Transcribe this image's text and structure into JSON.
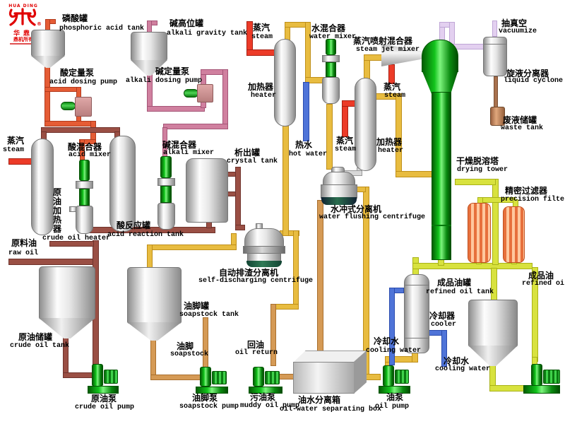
{
  "logo": {
    "arc": "HUA DING",
    "name": "华鼎",
    "sub": "鼎机所有",
    "registered": "®"
  },
  "labels": {
    "phosphoric_tank": {
      "zh": "磷酸罐",
      "en": "phosphoric acid tank"
    },
    "acid_dosing_pump": {
      "zh": "酸定量泵",
      "en": "acid dosing pump"
    },
    "alkali_gravity_tank": {
      "zh": "碱高位罐",
      "en": "alkali gravity tank"
    },
    "alkali_dosing_pump": {
      "zh": "碱定量泵",
      "en": "alkali dosing pump"
    },
    "steam_left": {
      "zh": "蒸汽",
      "en": "steam"
    },
    "crude_oil_heater": {
      "zh": "原油加热器",
      "en": "crude oil heater"
    },
    "raw_oil": {
      "zh": "原料油",
      "en": "raw oil"
    },
    "acid_mixer": {
      "zh": "酸混合器",
      "en": "acid mixer"
    },
    "acid_reaction_tank": {
      "zh": "酸反应罐",
      "en": "acid reaction tank"
    },
    "alkali_mixer": {
      "zh": "碱混合器",
      "en": "alkali mixer"
    },
    "crystal_tank": {
      "zh": "析出罐",
      "en": "crystal tank"
    },
    "steam_mid": {
      "zh": "蒸汽",
      "en": "steam"
    },
    "heater1": {
      "zh": "加热器",
      "en": "heater"
    },
    "water_mixer": {
      "zh": "水混合器",
      "en": "water mixer"
    },
    "hot_water": {
      "zh": "热水",
      "en": "hot water"
    },
    "steam_jet_mixer": {
      "zh": "蒸汽喷射混合器",
      "en": "steam jet mixer"
    },
    "steam_jet": {
      "zh": "蒸汽",
      "en": "steam"
    },
    "steam_h2": {
      "zh": "蒸汽",
      "en": "steam"
    },
    "heater2": {
      "zh": "加热器",
      "en": "heater"
    },
    "water_flushing_centrifuge": {
      "zh": "水冲式分离机",
      "en": "water flushing centrifuge"
    },
    "self_discharging_centrifuge": {
      "zh": "自动排渣分离机",
      "en": "self-discharging centrifuge"
    },
    "vacuumize": {
      "zh": "抽真空",
      "en": "vacuumize"
    },
    "liquid_cyclone": {
      "zh": "旋液分离器",
      "en": "liquid cyclone"
    },
    "waste_tank": {
      "zh": "废液储罐",
      "en": "waste tank"
    },
    "drying_tower": {
      "zh": "干燥脱溶塔",
      "en": "drying tower"
    },
    "precision_filter": {
      "zh": "精密过滤器",
      "en": "precision filter"
    },
    "refined_oil": {
      "zh": "成品油",
      "en": "refined oil"
    },
    "refined_oil_tank": {
      "zh": "成品油罐",
      "en": "refined oil tank"
    },
    "cooler": {
      "zh": "冷却器",
      "en": "cooler"
    },
    "cooling_water_left": {
      "zh": "冷却水",
      "en": "cooling water"
    },
    "cooling_water_right": {
      "zh": "冷却水",
      "en": "cooling water"
    },
    "crude_oil_tank": {
      "zh": "原油储罐",
      "en": "crude oil tank"
    },
    "crude_oil_pump": {
      "zh": "原油泵",
      "en": "crude oil pump"
    },
    "soapstock_tank": {
      "zh": "油脚罐",
      "en": "soapstock tank"
    },
    "soapstock": {
      "zh": "油脚",
      "en": "soapstock"
    },
    "soapstock_pump": {
      "zh": "油脚泵",
      "en": "soapstock pump"
    },
    "oil_return": {
      "zh": "回油",
      "en": "oil return"
    },
    "muddy_oil_pump": {
      "zh": "污油泵",
      "en": "muddy oil pump"
    },
    "oil_water_separating_box": {
      "zh": "油水分离箱",
      "en": "oil-water separating box"
    },
    "oil_pump": {
      "zh": "油泵",
      "en": "oil pump"
    }
  },
  "colors": {
    "steam_pipe": "#ec3b28",
    "acid_pipe": "#e55c35",
    "crude_oil_pipe": "#9a4f44",
    "alkali_pipe": "#d0809f",
    "oil_pipe": "#e8bc40",
    "soapstock_pipe": "#d59a55",
    "refined_oil_pipe": "#d8e23e",
    "water_pipe": "#4f74d8",
    "vacuum_pipe": "#e3d0f0",
    "equipment_green": "#12c41c",
    "filter_orange": "#e7703c",
    "logo_red": "#e00000"
  }
}
